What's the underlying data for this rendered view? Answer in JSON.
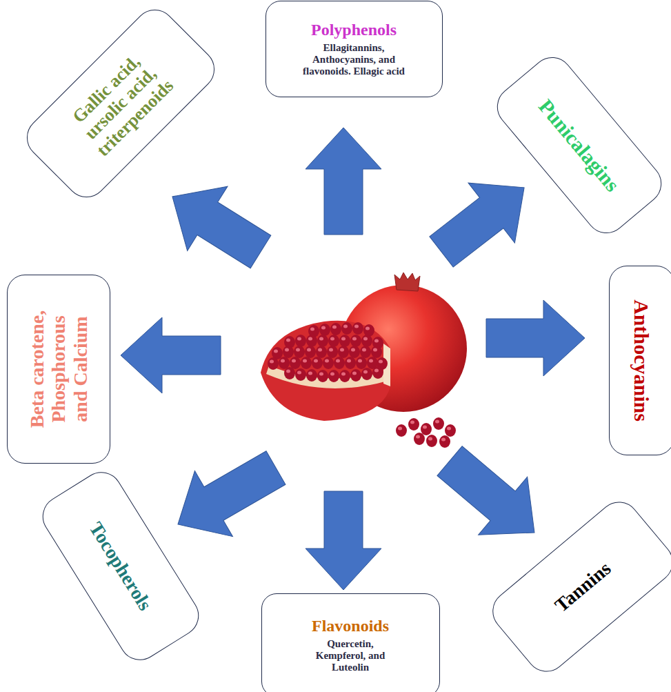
{
  "diagram": {
    "nodes": [
      {
        "text": [
          "Gallic acid, ursolic acid, triterpenoids"
        ]
      },
      {
        "text": [
          "Polyphenols",
          "Ellagitannins, Anthocyanins, and flavonoids. Ellagic acid"
        ]
      },
      {
        "text": [
          "Punicalagins"
        ]
      },
      {
        "text": [
          "Beta carotene, Phosphorous and Calcium"
        ]
      },
      {
        "text": [
          "Anthocyanins"
        ]
      },
      {
        "text": [
          "Tocopherols"
        ]
      },
      {
        "text": [
          "Flavonoids",
          "Quercetin, Kempferol, and Luteolin"
        ]
      },
      {
        "text": [
          "Tannins"
        ]
      }
    ]
  }
}
